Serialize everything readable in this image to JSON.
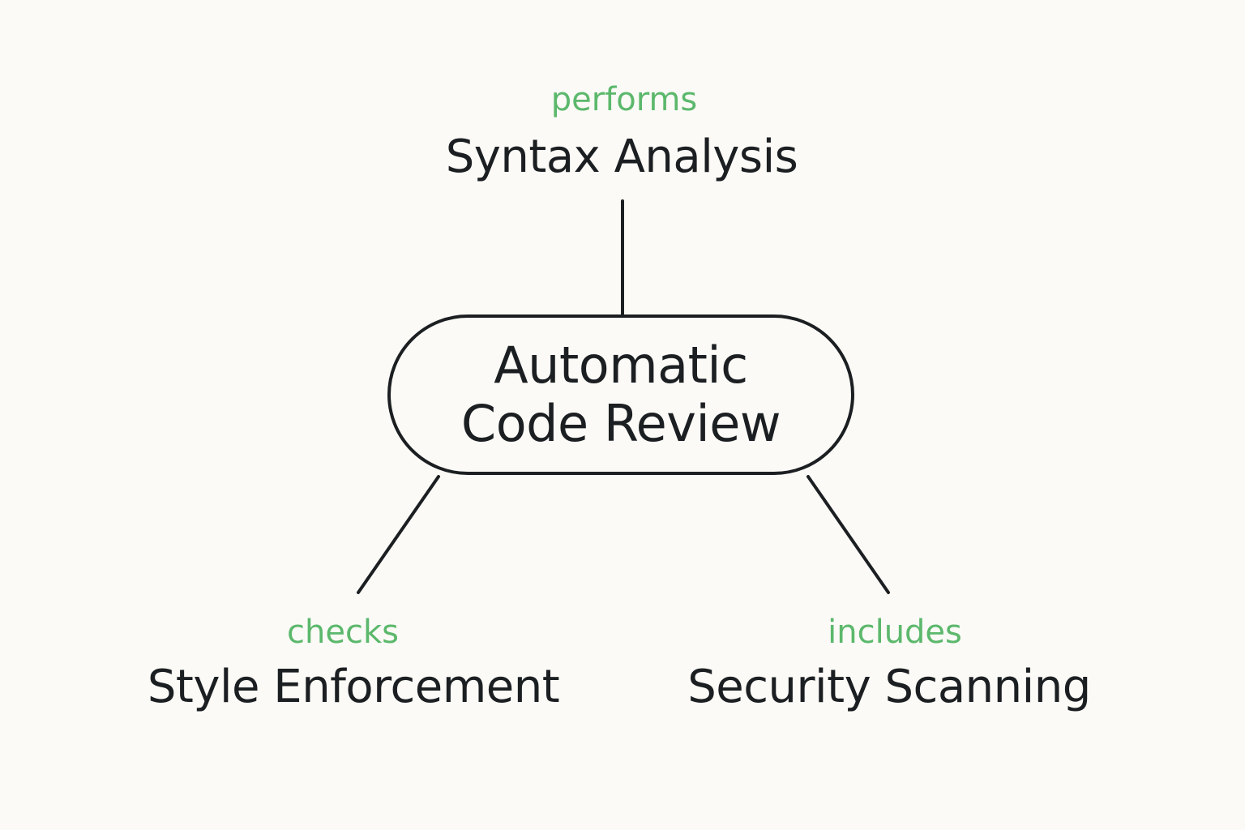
{
  "diagram": {
    "center": {
      "line1": "Automatic",
      "line2": "Code Review"
    },
    "top": {
      "relation": "performs",
      "label": "Syntax Analysis"
    },
    "left": {
      "relation": "checks",
      "label": "Style Enforcement"
    },
    "right": {
      "relation": "includes",
      "label": "Security Scanning"
    },
    "colors": {
      "background": "#fbfaf6",
      "text": "#1c1f22",
      "relation": "#5cb86c",
      "line": "#1c1f22"
    }
  }
}
